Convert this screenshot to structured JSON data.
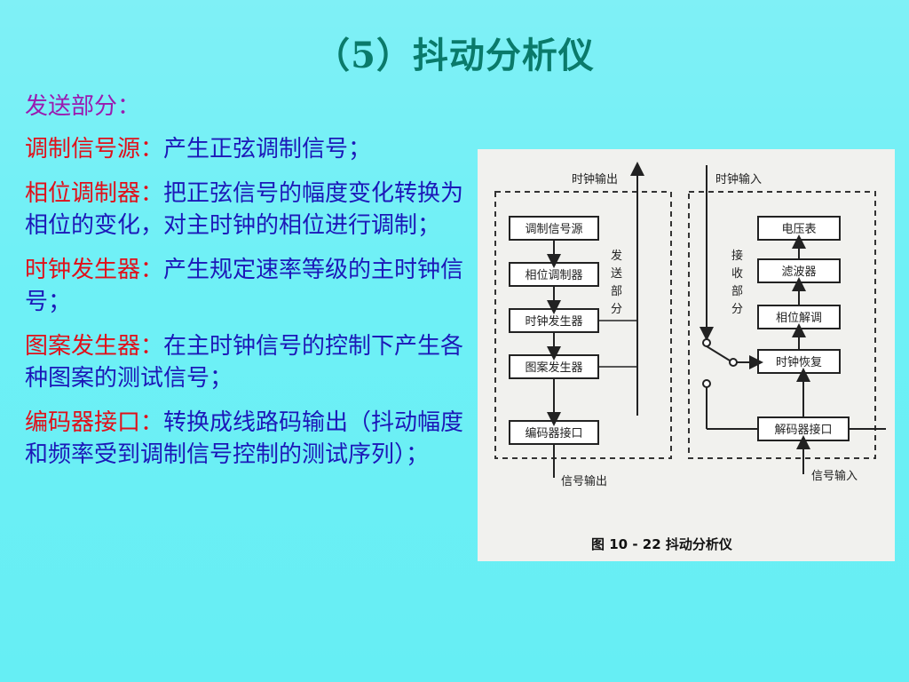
{
  "title": "（5）抖动分析仪",
  "send_heading": "发送部分：",
  "items": [
    {
      "term": "调制信号源：",
      "desc": "产生正弦调制信号；"
    },
    {
      "term": "相位调制器：",
      "desc": "把正弦信号的幅度变化转换为相位的变化，对主时钟的相位进行调制；"
    },
    {
      "term": "时钟发生器：",
      "desc": "产生规定速率等级的主时钟信号；"
    },
    {
      "term": "图案发生器：",
      "desc": "在主时钟信号的控制下产生各种图案的测试信号；"
    },
    {
      "term": "编码器接口：",
      "desc": "转换成线路码输出（抖动幅度和频率受到调制信号控制的测试序列）；"
    }
  ],
  "figure": {
    "clock_out": "时钟输出",
    "clock_in": "时钟输入",
    "signal_out": "信号输出",
    "signal_in": "信号输入",
    "send_label": [
      "发",
      "送",
      "部",
      "分"
    ],
    "recv_label": [
      "接",
      "收",
      "部",
      "分"
    ],
    "send_boxes": [
      "调制信号源",
      "相位调制器",
      "时钟发生器",
      "图案发生器",
      "编码器接口"
    ],
    "recv_boxes": [
      "电压表",
      "滤波器",
      "相位解调",
      "时钟恢复",
      "解码器接口"
    ],
    "caption": "图 10 - 22   抖动分析仪"
  }
}
